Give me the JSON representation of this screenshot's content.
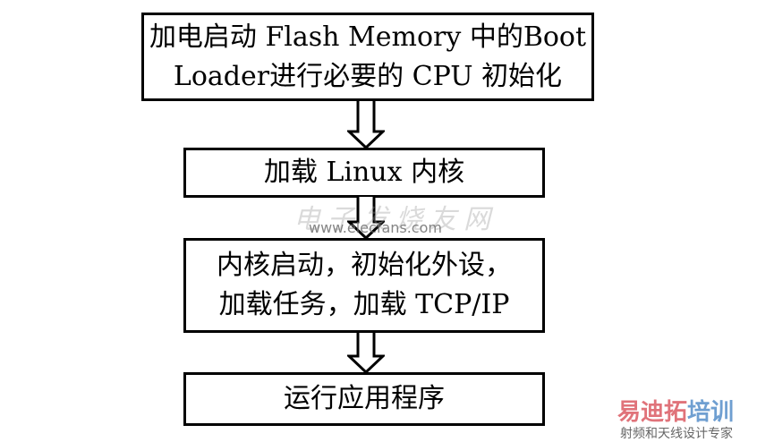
{
  "steps": [
    {
      "line1": "加电启动 Flash Memory 中的Boot",
      "line2": "Loader进行必要的 CPU 初始化"
    },
    {
      "line1": "加载 Linux 内核"
    },
    {
      "line1": "内核启动，初始化外设，",
      "line2": "加载任务，加载 TCP/IP"
    },
    {
      "line1": "运行应用程序"
    }
  ],
  "watermark": {
    "cn": "电子发烧友网",
    "url": "www.elecfans.com"
  },
  "logo": {
    "part1": "易迪拓",
    "part2": "培训",
    "tagline": "射频和天线设计专家"
  }
}
